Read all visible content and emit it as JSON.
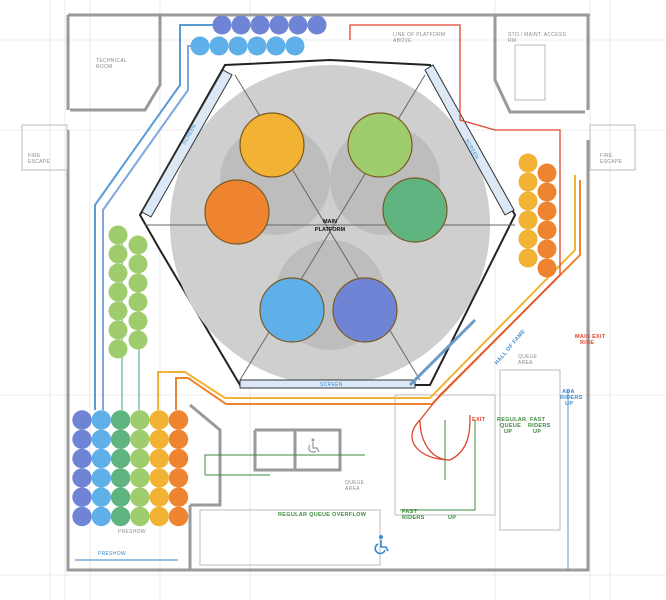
{
  "rooms": {
    "technical_room": [
      "TECHNICAL",
      "ROOM"
    ],
    "storage": [
      "STO./ MAINT. ACCESS",
      "RM"
    ],
    "fire_escape_left": [
      "FIRE",
      "ESCAPE"
    ],
    "fire_escape_right": [
      "FIRE",
      "ESCAPE"
    ],
    "line_of_platform": [
      "LINE OF PLATFORM",
      "ABOVE"
    ],
    "queue_area_right": [
      "QUEUE",
      "AREA"
    ],
    "queue_area_bottom": [
      "QUEUE",
      "AREA"
    ],
    "preshow_room": "PRESHOW",
    "preshow_line": "PRESHOW"
  },
  "platform": {
    "label": [
      "MAIN",
      "PLATFORM"
    ]
  },
  "screens": {
    "left": "SCREEN",
    "right": "SCREEN",
    "bottom": "SCREEN"
  },
  "signage": {
    "main_exit": [
      "MAIN EXIT",
      "RIDE"
    ],
    "hall_of_fame": "HALL OF FAME",
    "exit": "EXIT",
    "regular_queue_up": [
      "REGULAR",
      "QUEUE",
      "UP"
    ],
    "fast_riders_up": [
      "FAST",
      "RIDERS",
      "UP"
    ],
    "ada_riders_up": [
      "ADA",
      "RIDERS",
      "UP"
    ],
    "fast_riders_bottom": [
      "FAST",
      "RIDERS"
    ],
    "up_bottom": "UP",
    "regular_queue_overflow": "REGULAR QUEUE OVERFLOW"
  },
  "colors": {
    "indigo": "#6f84d4",
    "blue": "#5fb0e8",
    "green": "#5fb47f",
    "lime": "#9fcd6e",
    "yellow": "#f2b233",
    "orange": "#ee8430",
    "exit_red": "#e0452e",
    "path_blue": "#5b9bd5",
    "queue_green": "#3d8b3d"
  },
  "seats": [
    {
      "color": "yellow"
    },
    {
      "color": "lime"
    },
    {
      "color": "orange"
    },
    {
      "color": "green"
    },
    {
      "color": "blue"
    },
    {
      "color": "indigo"
    }
  ]
}
